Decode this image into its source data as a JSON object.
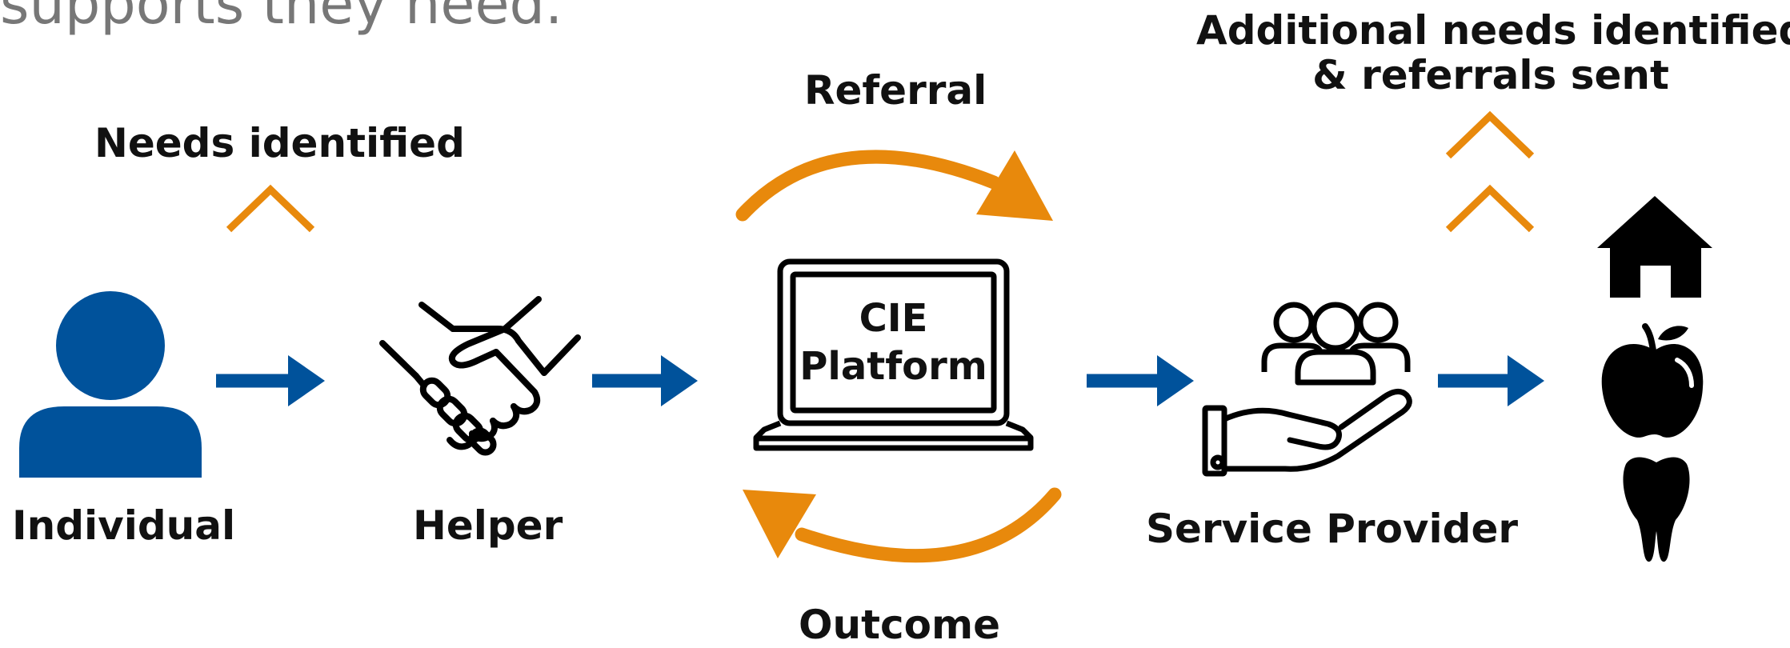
{
  "header": {
    "text": "supports they need."
  },
  "nodes": {
    "individual": "Individual",
    "helper": "Helper",
    "cie_platform_line1": "CIE",
    "cie_platform_line2": "Platform",
    "service_provider": "Service Provider"
  },
  "annotations": {
    "needs_identified": "Needs identified",
    "referral": "Referral",
    "outcome": "Outcome",
    "additional_needs_line1": "Additional needs identified",
    "additional_needs_line2": "& referrals sent"
  },
  "icons": {
    "individual": "person-icon",
    "helper": "handshake-icon",
    "cie_platform": "laptop-icon",
    "service_provider": "group-in-hand-icon",
    "services": [
      "house-icon",
      "apple-icon",
      "tooth-icon"
    ]
  },
  "colors": {
    "flow_arrow": "#00529B",
    "cycle_arrow": "#E8890C",
    "person": "#00529B",
    "icon_dark": "#000000",
    "text": "#111111"
  }
}
